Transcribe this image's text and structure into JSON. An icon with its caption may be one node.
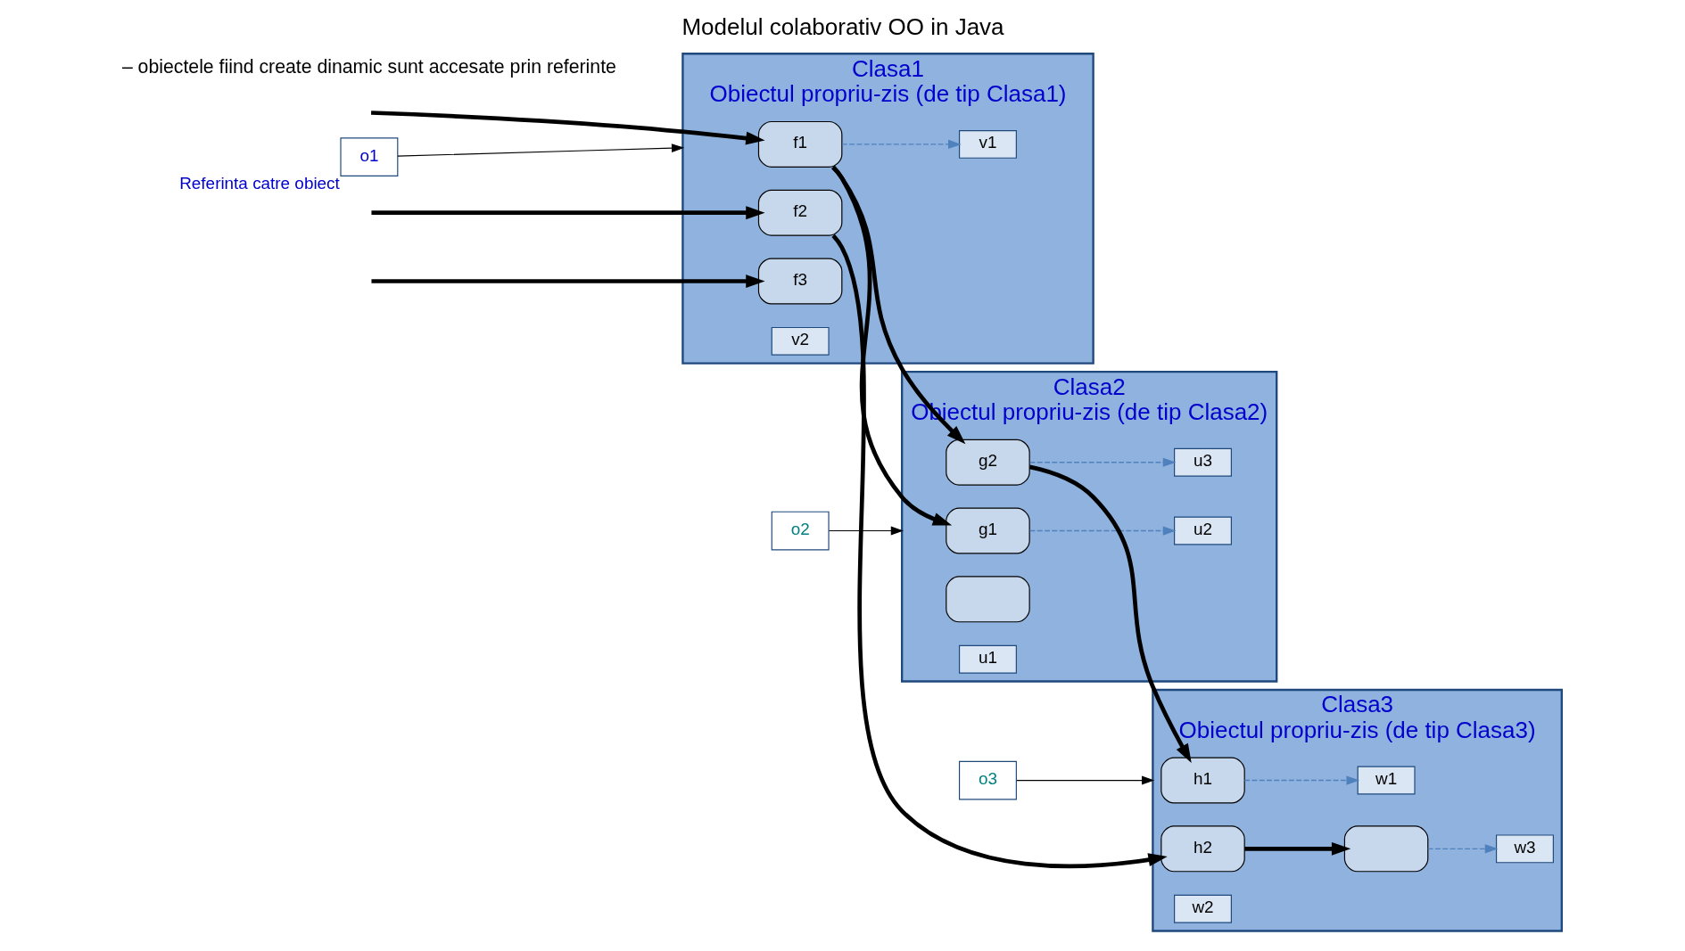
{
  "diagram": {
    "title": "Modelul colaborativ OO in Java",
    "nodes": [
      {
        "text": [
          "Clasa1"
        ],
        "beside": [
          "Obiectul propriu-zis (de tip Clasa1)"
        ]
      },
      {
        "text": [
          "f1"
        ],
        "in": 0
      },
      {
        "text": [
          "f2"
        ],
        "in": 0
      },
      {
        "text": [
          "f3"
        ],
        "in": 0
      },
      {
        "text": [
          "v1"
        ],
        "in": 0
      },
      {
        "text": [
          "v2"
        ],
        "in": 0
      },
      {
        "text": [
          "Clasa2"
        ],
        "beside": [
          "Obiectul propriu-zis (de tip Clasa2)"
        ]
      },
      {
        "text": [
          "g1"
        ],
        "in": 6
      },
      {
        "text": [
          "g2"
        ],
        "in": 6
      },
      {
        "text": [],
        "shape": "box",
        "in": 6
      },
      {
        "text": [
          "u1"
        ],
        "in": 6
      },
      {
        "text": [
          "u2"
        ],
        "in": 6
      },
      {
        "text": [
          "u3"
        ],
        "in": 6
      },
      {
        "text": [
          "Clasa3"
        ],
        "beside": [
          "Obiectul propriu-zis (de tip Clasa3)"
        ]
      },
      {
        "text": [
          "h1"
        ],
        "in": 13
      },
      {
        "text": [
          "h2"
        ],
        "in": 13
      },
      {
        "text": [],
        "shape": "box",
        "in": 13
      },
      {
        "text": [
          "w1"
        ],
        "in": 13
      },
      {
        "text": [
          "w2"
        ],
        "in": 13
      },
      {
        "text": [
          "w3"
        ],
        "in": 13
      },
      {
        "text": [
          "o1"
        ],
        "beside": [
          "Referinta catre obiect"
        ]
      },
      {
        "text": [
          "o2"
        ]
      },
      {
        "text": [
          "o3"
        ]
      }
    ],
    "edges": [
      {
        "from": null,
        "to": 1,
        "arrow": "to",
        "style": "thick"
      },
      {
        "from": null,
        "to": 2,
        "arrow": "to",
        "style": "thick"
      },
      {
        "from": null,
        "to": 3,
        "arrow": "to",
        "style": "thick"
      },
      {
        "from": 1,
        "to": 7,
        "arrow": "to",
        "style": "thick"
      },
      {
        "from": 1,
        "to": 8,
        "arrow": "to",
        "style": "thick"
      },
      {
        "from": 2,
        "to": 15,
        "arrow": "to",
        "style": "thick"
      },
      {
        "from": 8,
        "to": 14,
        "arrow": "to",
        "style": "thick"
      },
      {
        "from": 15,
        "to": 16,
        "arrow": "to",
        "style": "thick"
      },
      {
        "from": 1,
        "to": 4,
        "arrow": "to",
        "style": "dashed",
        "color": "#4f81bd"
      },
      {
        "from": 7,
        "to": 11,
        "arrow": "to",
        "style": "dashed",
        "color": "#4f81bd"
      },
      {
        "from": 8,
        "to": 12,
        "arrow": "to",
        "style": "dashed",
        "color": "#4f81bd"
      },
      {
        "from": 14,
        "to": 17,
        "arrow": "to",
        "style": "dashed",
        "color": "#4f81bd"
      },
      {
        "from": 16,
        "to": 19,
        "arrow": "to",
        "style": "dashed",
        "color": "#4f81bd"
      },
      {
        "from": 20,
        "to": 0,
        "arrow": "to"
      },
      {
        "from": 21,
        "to": 6,
        "arrow": "to"
      },
      {
        "from": 22,
        "to": 13,
        "arrow": "to"
      }
    ],
    "labels": [
      "– obiectele fiind create dinamic sunt accesate prin referinte"
    ]
  }
}
